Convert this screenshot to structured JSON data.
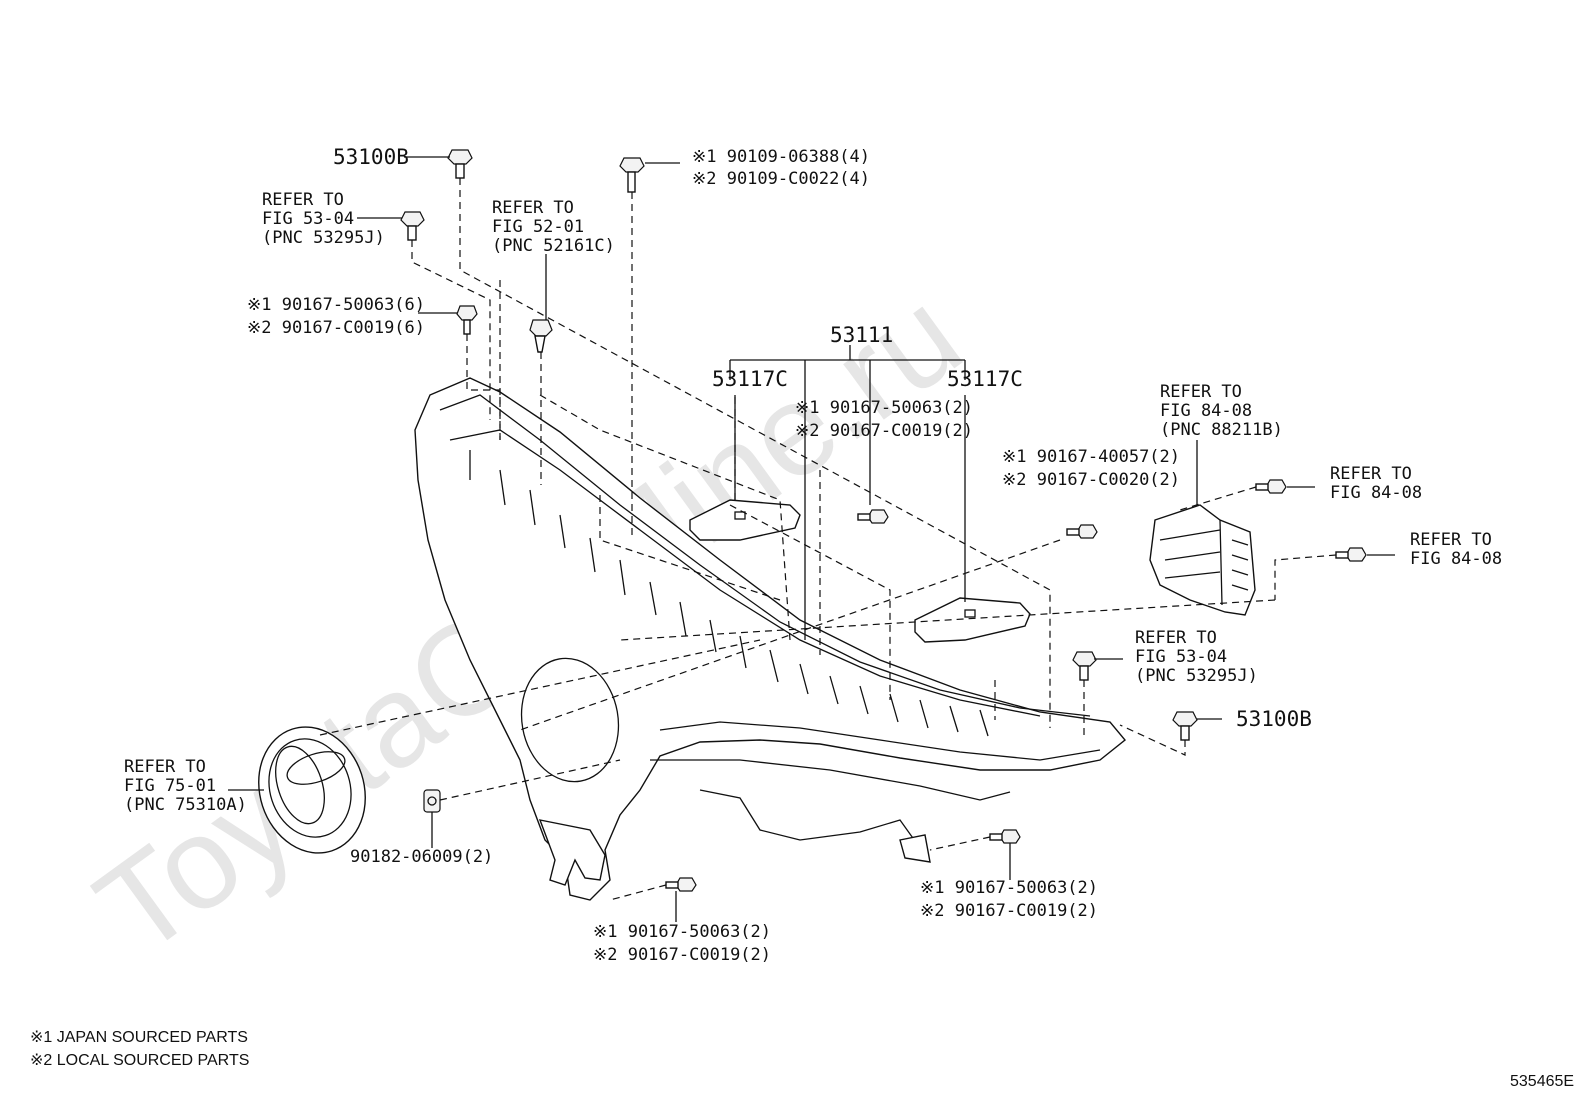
{
  "watermark": "ToyotaCarMine.ru",
  "figure_id": "535465E",
  "callouts": {
    "bolt_top_left": "53100B",
    "bolt_right": "53100B",
    "main_assembly": "53111",
    "bracket_left": "53117C",
    "bracket_right": "53117C",
    "ref_53_04_top": [
      "REFER TO",
      "FIG 53-04",
      "(PNC 53295J)"
    ],
    "ref_52_01": [
      "REFER TO",
      "FIG 52-01",
      "(PNC 52161C)"
    ],
    "ref_84_08_module": [
      "REFER TO",
      "FIG 84-08",
      "(PNC 88211B)"
    ],
    "ref_84_08_a": [
      "REFER TO",
      "FIG 84-08"
    ],
    "ref_84_08_b": [
      "REFER TO",
      "FIG 84-08"
    ],
    "ref_53_04_right": [
      "REFER TO",
      "FIG 53-04",
      "(PNC 53295J)"
    ],
    "ref_75_01": [
      "REFER TO",
      "FIG 75-01",
      "(PNC 75310A)"
    ],
    "screw_top": [
      "※1 90109-06388(4)",
      "※2 90109-C0022(4)"
    ],
    "screw_left": [
      "※1 90167-50063(6)",
      "※2 90167-C0019(6)"
    ],
    "screw_center": [
      "※1 90167-50063(2)",
      "※2 90167-C0019(2)"
    ],
    "screw_mid_right": [
      "※1 90167-40057(2)",
      "※2 90167-C0020(2)"
    ],
    "screw_bottom_center": [
      "※1 90167-50063(2)",
      "※2 90167-C0019(2)"
    ],
    "screw_bottom_right": [
      "※1 90167-50063(2)",
      "※2 90167-C0019(2)"
    ],
    "nut_bottom": "90182-06009(2)"
  },
  "legend": [
    "※1 JAPAN SOURCED PARTS",
    "※2 LOCAL SOURCED PARTS"
  ]
}
